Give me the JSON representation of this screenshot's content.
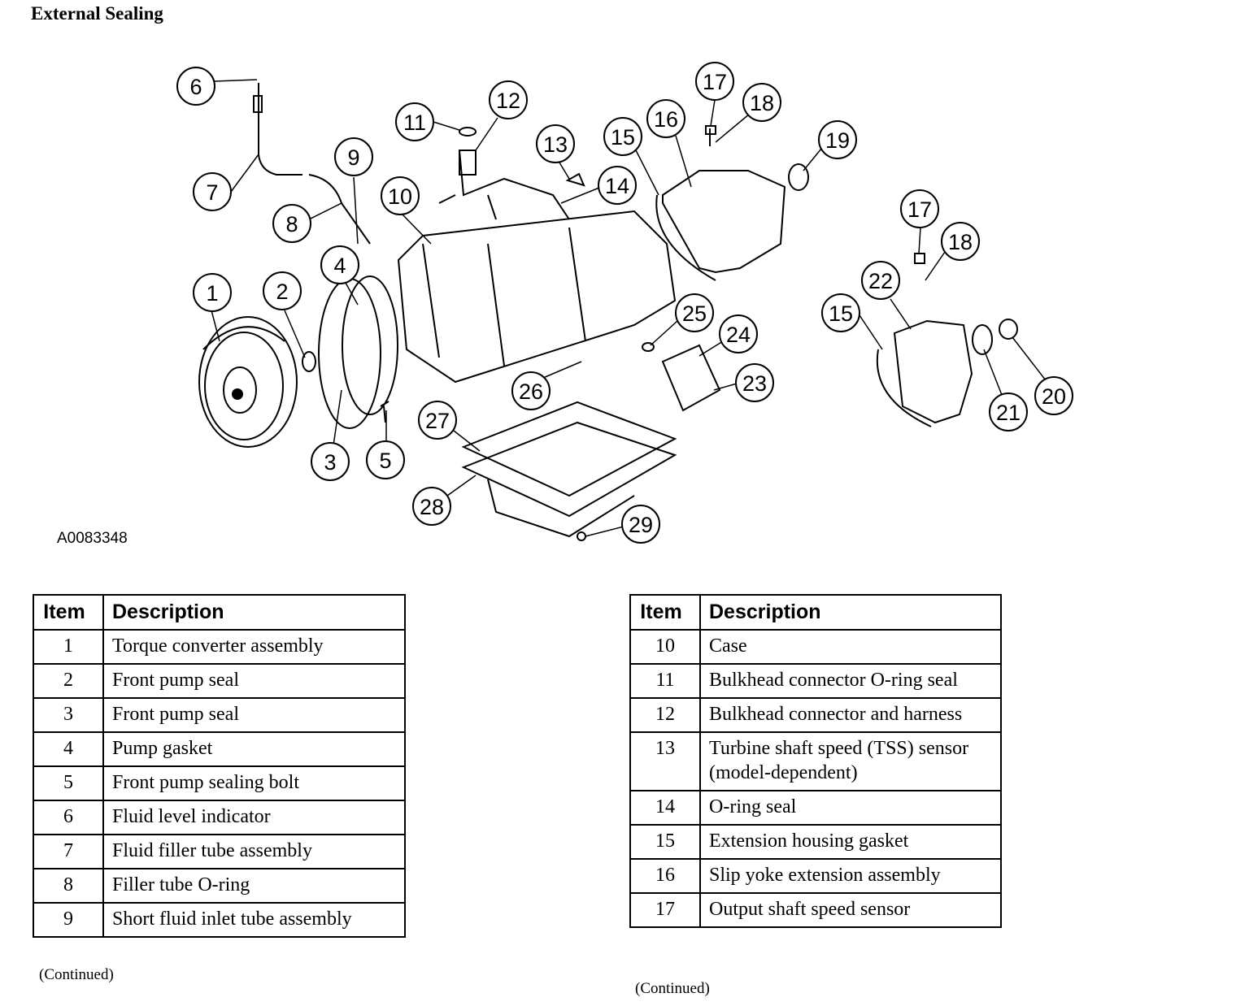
{
  "page": {
    "title": "External Sealing",
    "figure_code": "A0083348"
  },
  "diagram": {
    "callouts": [
      "1",
      "2",
      "3",
      "4",
      "5",
      "6",
      "7",
      "8",
      "9",
      "10",
      "11",
      "12",
      "13",
      "14",
      "15",
      "16",
      "17",
      "18",
      "19",
      "17",
      "18",
      "22",
      "15",
      "21",
      "20",
      "25",
      "24",
      "23",
      "26",
      "27",
      "28",
      "29"
    ]
  },
  "table_left": {
    "headers": {
      "item": "Item",
      "description": "Description"
    },
    "rows": [
      {
        "item": "1",
        "description": "Torque converter assembly"
      },
      {
        "item": "2",
        "description": "Front pump seal"
      },
      {
        "item": "3",
        "description": "Front pump seal"
      },
      {
        "item": "4",
        "description": "Pump gasket"
      },
      {
        "item": "5",
        "description": "Front pump sealing bolt"
      },
      {
        "item": "6",
        "description": "Fluid level indicator"
      },
      {
        "item": "7",
        "description": "Fluid filler tube assembly"
      },
      {
        "item": "8",
        "description": "Filler tube O-ring"
      },
      {
        "item": "9",
        "description": "Short fluid inlet tube assembly"
      }
    ],
    "continued": "(Continued)"
  },
  "table_right": {
    "headers": {
      "item": "Item",
      "description": "Description"
    },
    "rows": [
      {
        "item": "10",
        "description": "Case"
      },
      {
        "item": "11",
        "description": "Bulkhead connector O-ring seal"
      },
      {
        "item": "12",
        "description": "Bulkhead connector and harness"
      },
      {
        "item": "13",
        "description": "Turbine shaft speed (TSS) sensor (model-dependent)"
      },
      {
        "item": "14",
        "description": "O-ring seal"
      },
      {
        "item": "15",
        "description": "Extension housing gasket"
      },
      {
        "item": "16",
        "description": "Slip yoke extension assembly"
      },
      {
        "item": "17",
        "description": "Output shaft speed sensor"
      }
    ],
    "continued": "(Continued)"
  }
}
